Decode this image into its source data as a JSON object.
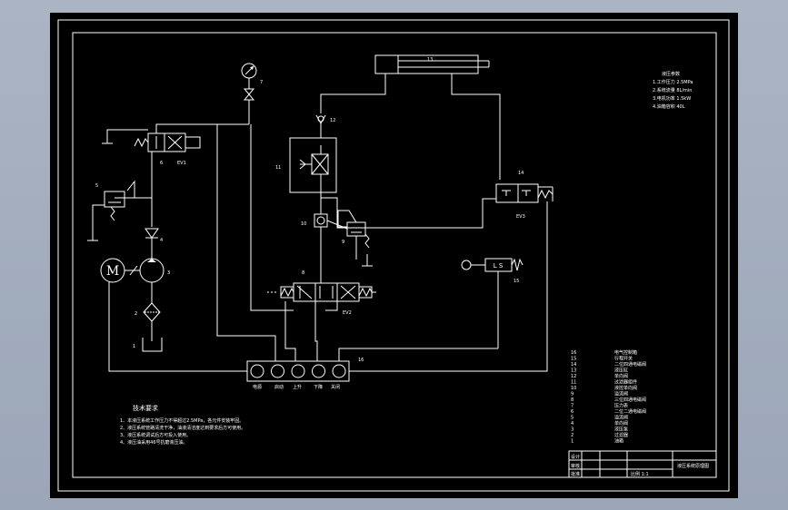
{
  "colors": {
    "canvas": "#000000",
    "ink": "#ffffff",
    "backdrop": "#a7b1c2"
  },
  "diagram": {
    "labels": {
      "n1": "1",
      "n2": "2",
      "n3": "3",
      "n4": "4",
      "n5": "5",
      "n6": "6",
      "n7": "7",
      "n8": "8",
      "n9": "9",
      "n10": "10",
      "n11": "11",
      "n12": "12",
      "n13": "13",
      "n14": "14",
      "n15": "15",
      "n16": "16",
      "motor": "M",
      "ev1": "EV1",
      "ev2": "EV2",
      "ev3": "EV3",
      "ls": "L S"
    },
    "buttons": [
      "电源",
      "启动",
      "上升",
      "下降",
      "关闭"
    ],
    "notes": {
      "title": "技术要求",
      "lines": [
        "1、本液压系统工作压力不得超过2.5MPa，各元件安装牢固。",
        "2、液压系统管路清洗干净，油液清洁度达到要求后方可使用。",
        "3、液压系统调试后方可投入使用。",
        "4、液压油采用46号抗磨液压油。"
      ]
    },
    "spec": {
      "title": "液压参数",
      "lines": [
        "1.工作压力 2.5MPa",
        "2.系统流量 8L/min",
        "3.电机功率 1.5kW",
        "4.油箱容积 40L"
      ]
    },
    "parts_list": [
      {
        "no": "16",
        "name": "电气控制箱"
      },
      {
        "no": "15",
        "name": "行程开关"
      },
      {
        "no": "14",
        "name": "二位四通电磁阀"
      },
      {
        "no": "13",
        "name": "液压缸"
      },
      {
        "no": "12",
        "name": "单向阀"
      },
      {
        "no": "11",
        "name": "过滤器组件"
      },
      {
        "no": "10",
        "name": "液控单向阀"
      },
      {
        "no": "9",
        "name": "溢流阀"
      },
      {
        "no": "8",
        "name": "三位四通电磁阀"
      },
      {
        "no": "7",
        "name": "压力表"
      },
      {
        "no": "6",
        "name": "二位二通电磁阀"
      },
      {
        "no": "5",
        "name": "溢流阀"
      },
      {
        "no": "4",
        "name": "单向阀"
      },
      {
        "no": "3",
        "name": "液压泵"
      },
      {
        "no": "2",
        "name": "过滤器"
      },
      {
        "no": "1",
        "name": "油箱"
      }
    ],
    "title_block": {
      "row1_left": "设计",
      "row2_left": "审核",
      "row3_left": "批准",
      "drawing_name": "液压系统原理图",
      "scale_label": "比例 1:1"
    }
  }
}
